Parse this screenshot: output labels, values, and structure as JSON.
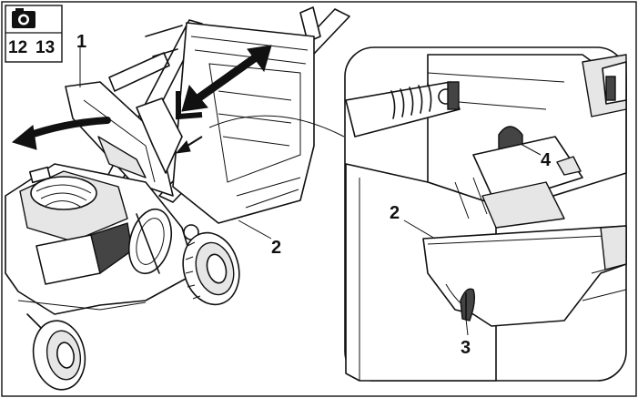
{
  "reference_box": {
    "icon": "camera-icon",
    "figure_refs": [
      "12",
      "13"
    ]
  },
  "callouts": {
    "mower_catcher_flap": "1",
    "mower_handle": "2",
    "detail_handle": "2",
    "detail_catch": "3",
    "detail_lug": "4"
  }
}
